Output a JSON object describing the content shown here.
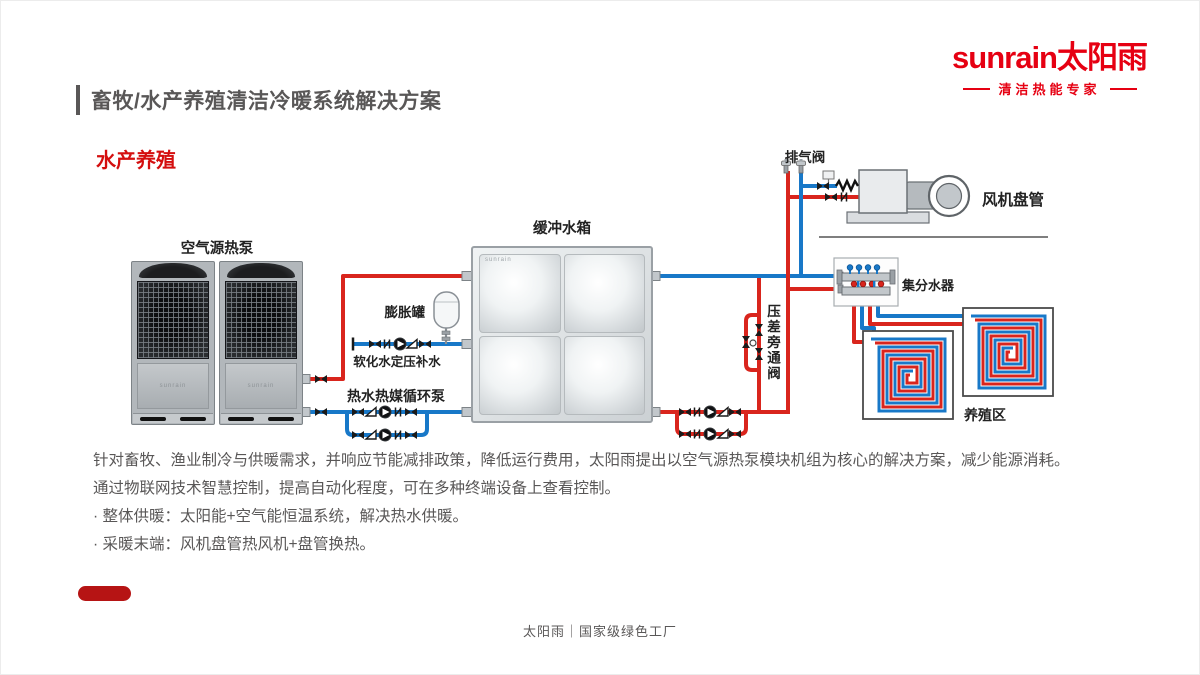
{
  "colors": {
    "brand_red": "#e60012",
    "pipe_red": "#d9251d",
    "pipe_blue": "#1878c8",
    "text_gray": "#595757",
    "accent_red": "#b61414"
  },
  "logo": {
    "brand": "sunrain太阳雨",
    "tagline": "清洁热能专家"
  },
  "header": {
    "title": "畜牧/水产养殖清洁冷暖系统解决方案",
    "section": "水产养殖"
  },
  "diagram": {
    "labels": {
      "heat_pump": "空气源热泵",
      "buffer_tank": "缓冲水箱",
      "expansion_tank": "膨胀罐",
      "makeup_water": "软化水定压补水",
      "circulating_pump": "热水热媒循环泵",
      "air_vent": "排气阀",
      "fan_coil": "风机盘管",
      "manifold": "集分水器",
      "bypass_valve": "压差旁通阀",
      "breeding_area": "养殖区",
      "equipment_brand": "sunrain"
    }
  },
  "body": {
    "paragraphs": [
      "针对畜牧、渔业制冷与供暖需求，并响应节能减排政策，降低运行费用，太阳雨提出以空气源热泵模块机组为核心的解决方案，减少能源消耗。",
      "通过物联网技术智慧控制，提高自动化程度，可在多种终端设备上查看控制。",
      "· 整体供暖：太阳能+空气能恒温系统，解决热水供暖。",
      "· 采暖末端：风机盘管热风机+盘管换热。"
    ]
  },
  "footer": {
    "text": "太阳雨｜国家级绿色工厂"
  }
}
